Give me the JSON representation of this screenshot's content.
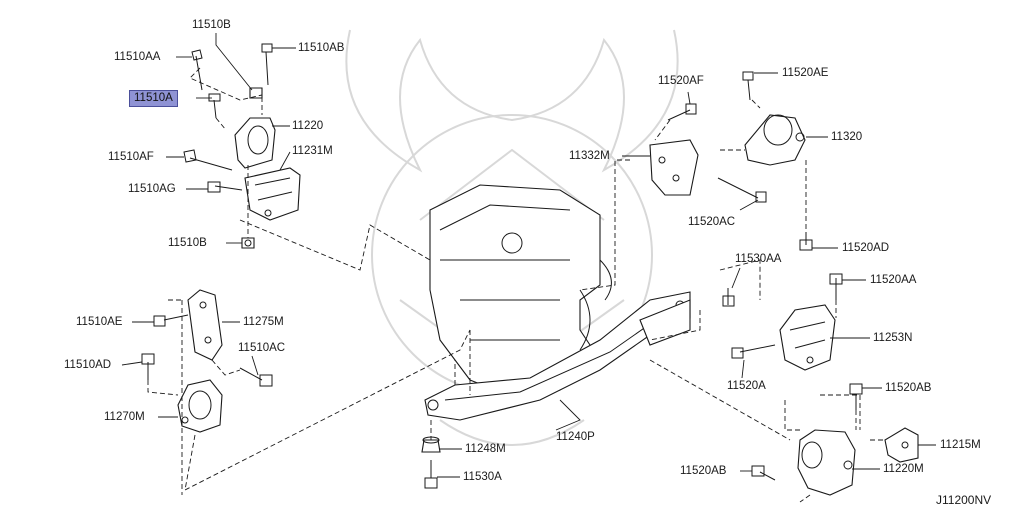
{
  "diagram_code": "J11200NV",
  "highlight_color": "#8f93d4",
  "labels": {
    "p11510B_top": "11510B",
    "p11510AA": "11510AA",
    "p11510AB": "11510AB",
    "p11510A": "11510A",
    "p11220_top": "11220",
    "p11510AF": "11510AF",
    "p11231M": "11231M",
    "p11510AG": "11510AG",
    "p11510B_bot": "11510B",
    "p11520AF": "11520AF",
    "p11520AE": "11520AE",
    "p11320": "11320",
    "p11332M": "11332M",
    "p11520AC": "11520AC",
    "p11520AD": "11520AD",
    "p11530AA": "11530AA",
    "p11520AA": "11520AA",
    "p11253N": "11253N",
    "p11520A": "11520A",
    "p11520AB_r": "11520AB",
    "p11215M": "11215M",
    "p11220M": "11220M",
    "p11520AB_b": "11520AB",
    "p11510AE": "11510AE",
    "p11275M": "11275M",
    "p11510AC": "11510AC",
    "p11510AD": "11510AD",
    "p11270M": "11270M",
    "p11248M": "11248M",
    "p11240P": "11240P",
    "p11530A": "11530A"
  }
}
